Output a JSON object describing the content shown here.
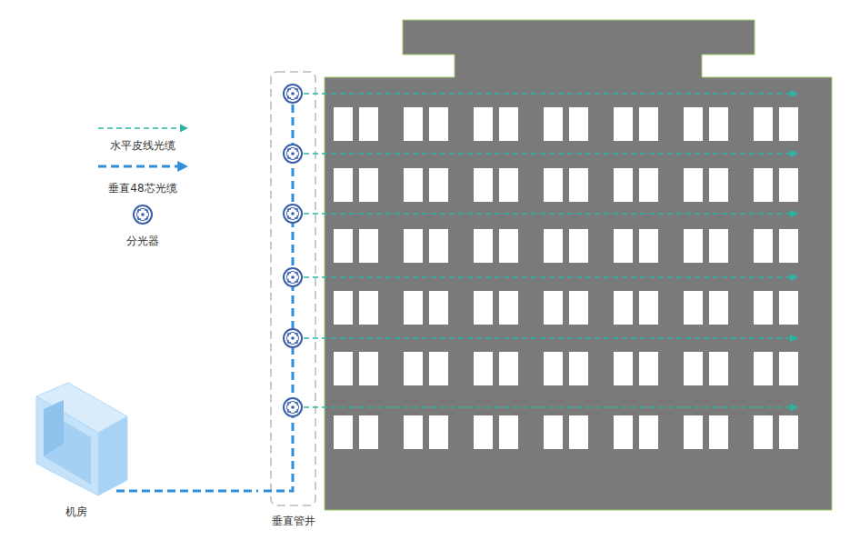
{
  "diagram": {
    "nodes": [
      {
        "text": [
          "机房"
        ]
      },
      {
        "text": [
          "垂直管井"
        ]
      }
    ],
    "edges": [
      {
        "from": 0,
        "to": 1,
        "arrow": "none"
      }
    ],
    "legend": [
      {
        "text": "水平皮线光缆"
      },
      {
        "text": "垂直48芯光缆"
      },
      {
        "text": "分光器"
      }
    ]
  }
}
